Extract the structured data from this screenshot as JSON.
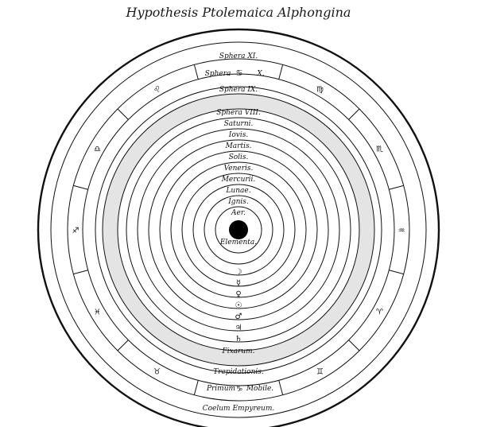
{
  "title": "Hypothesis Ptolemaica Alphongina",
  "spheres_top": [
    "Sphera XI.",
    "Sphera",
    "X.",
    "Sphera IX.",
    "Sphera VIII.",
    "Saturni.",
    "Iovis.",
    "Martis.",
    "Solis.",
    "Veneris.",
    "Mercurii.",
    "Lunae.",
    "Ignis.",
    "Aer."
  ],
  "center_label": "Elementa.",
  "bottom_labels": [
    "Fixarum.",
    "Trepidationis.",
    "Primum",
    "Mobile.",
    "Coelum Empyreum."
  ],
  "planet_symbols": [
    "☽",
    "☿",
    "♀",
    "☉",
    "♂",
    "♃",
    "♄"
  ],
  "zodiac_symbols": [
    "♋",
    "♌",
    "♍",
    "♎",
    "♏",
    "♐",
    "♑",
    "♒",
    "♓",
    "♈",
    "♉",
    "♊"
  ],
  "colors": {
    "fixed_band": "#e4e4e4",
    "ink": "#111111",
    "earth": "#000000"
  }
}
